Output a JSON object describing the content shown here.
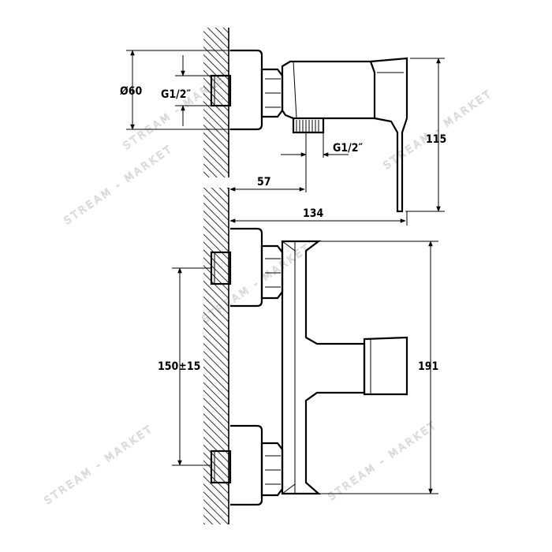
{
  "dimensions": {
    "diameter_flange": "Ø60",
    "thread_inlet": "G1/2″",
    "thread_outlet": "G1/2″",
    "depth_outlet": "57",
    "depth_total": "134",
    "height_top": "115",
    "inlet_spacing": "150±15",
    "height_total": "191"
  },
  "watermark": {
    "text": "STREAM - MARKET"
  }
}
